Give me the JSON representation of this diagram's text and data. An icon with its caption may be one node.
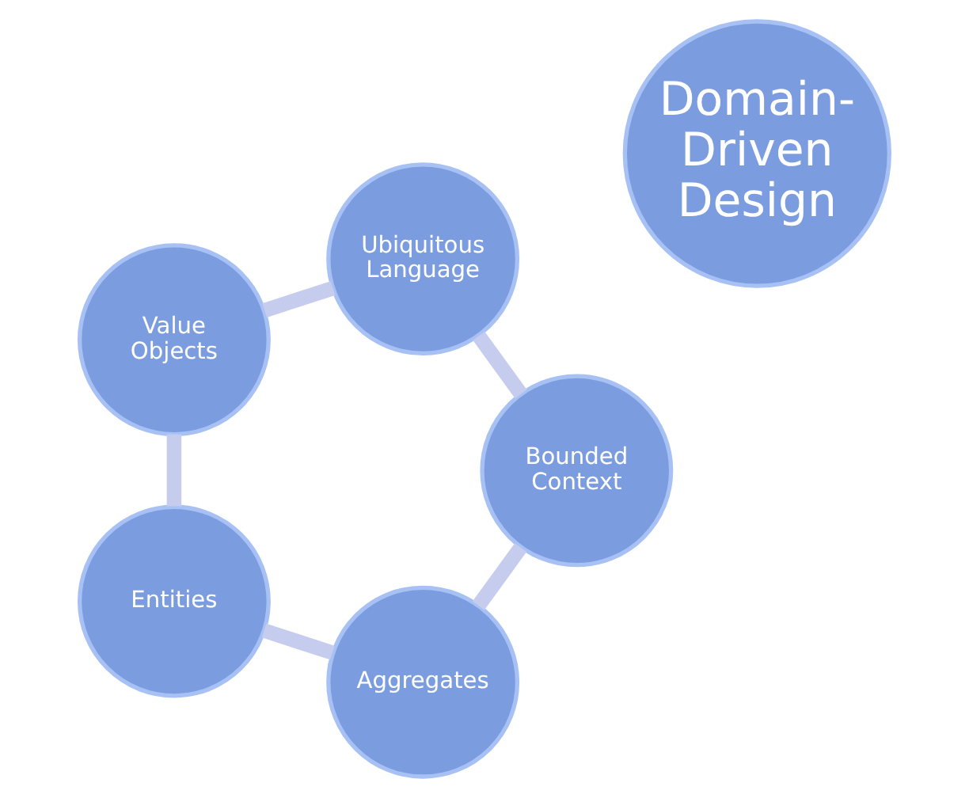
{
  "diagram": {
    "nodes": [
      {
        "text": [
          "Ubiquitous Language"
        ]
      },
      {
        "text": [
          "Value Objects"
        ]
      },
      {
        "text": [
          "Bounded Context"
        ]
      },
      {
        "text": [
          "Domain-Driven Design"
        ]
      },
      {
        "text": [
          "Entities"
        ]
      },
      {
        "text": [
          "Aggregates"
        ]
      }
    ],
    "edges": [
      {
        "from": 0,
        "to": 2,
        "arrow": "none"
      },
      {
        "from": 2,
        "to": 5,
        "arrow": "none"
      },
      {
        "from": 5,
        "to": 4,
        "arrow": "none"
      },
      {
        "from": 4,
        "to": 1,
        "arrow": "none"
      },
      {
        "from": 1,
        "to": 0,
        "arrow": "none"
      }
    ]
  }
}
